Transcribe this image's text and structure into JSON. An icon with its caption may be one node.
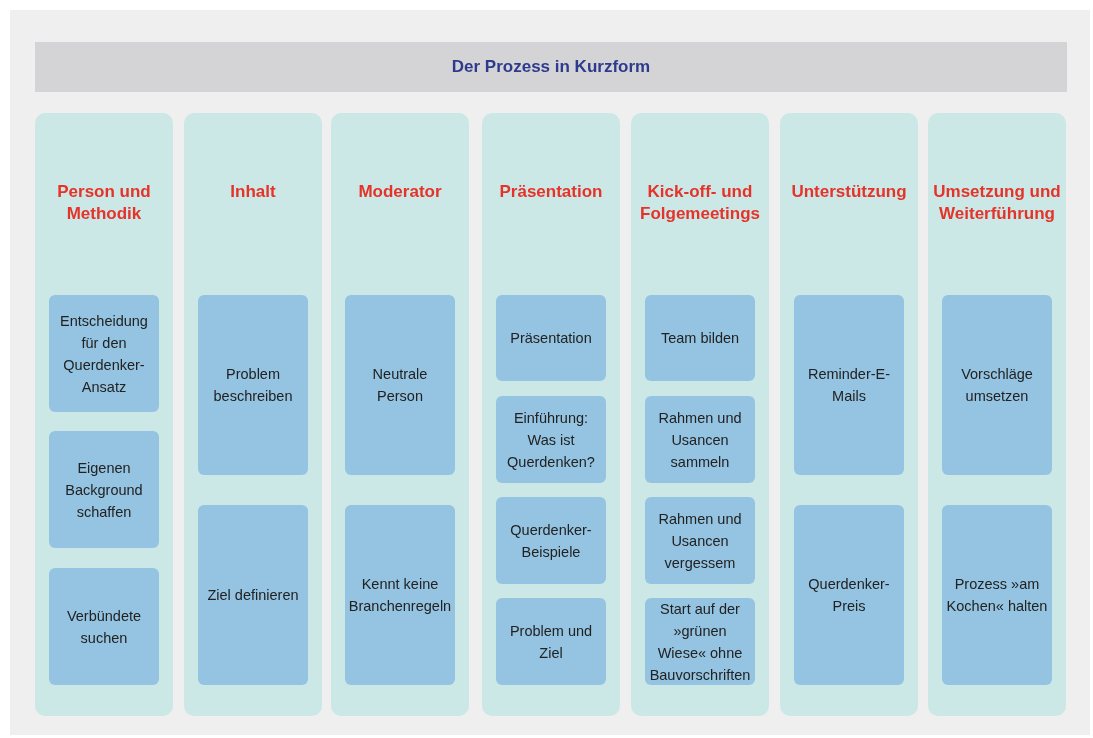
{
  "diagram": {
    "title": "Der Prozess in Kurzform",
    "nodes": [
      {
        "text": [
          "Person und Methodik"
        ]
      },
      {
        "text": [
          "Entscheidung für den Querdenker-Ansatz"
        ],
        "in": 0
      },
      {
        "text": [
          "Eigenen Background schaffen"
        ],
        "in": 0
      },
      {
        "text": [
          "Verbündete suchen"
        ],
        "in": 0
      },
      {
        "text": [
          "Inhalt"
        ]
      },
      {
        "text": [
          "Problem beschreiben"
        ],
        "in": 4
      },
      {
        "text": [
          "Ziel definieren"
        ],
        "in": 4
      },
      {
        "text": [
          "Moderator"
        ]
      },
      {
        "text": [
          "Neutrale Person"
        ],
        "in": 7
      },
      {
        "text": [
          "Kennt keine Branchenregeln"
        ],
        "in": 7
      },
      {
        "text": [
          "Präsentation"
        ]
      },
      {
        "text": [
          "Präsentation"
        ],
        "in": 10
      },
      {
        "text": [
          "Einführung: Was ist Querdenken?"
        ],
        "in": 10
      },
      {
        "text": [
          "Querdenker-Beispiele"
        ],
        "in": 10
      },
      {
        "text": [
          "Problem und Ziel"
        ],
        "in": 10
      },
      {
        "text": [
          "Kick-off- und Folgemeetings"
        ]
      },
      {
        "text": [
          "Team bilden"
        ],
        "in": 15
      },
      {
        "text": [
          "Rahmen und Usancen sammeln"
        ],
        "in": 15
      },
      {
        "text": [
          "Rahmen und Usancen vergessem"
        ],
        "in": 15
      },
      {
        "text": [
          "Start auf der »grünen Wiese« ohne Bauvorschriften"
        ],
        "in": 15
      },
      {
        "text": [
          "Unterstützung"
        ]
      },
      {
        "text": [
          "Reminder-E-Mails"
        ],
        "in": 20
      },
      {
        "text": [
          "Querdenker-Preis"
        ],
        "in": 20
      },
      {
        "text": [
          "Umsetzung und Weiterführung"
        ]
      },
      {
        "text": [
          "Vorschläge umsetzen"
        ],
        "in": 23
      },
      {
        "text": [
          "Prozess »am Kochen« halten"
        ],
        "in": 23
      }
    ]
  }
}
